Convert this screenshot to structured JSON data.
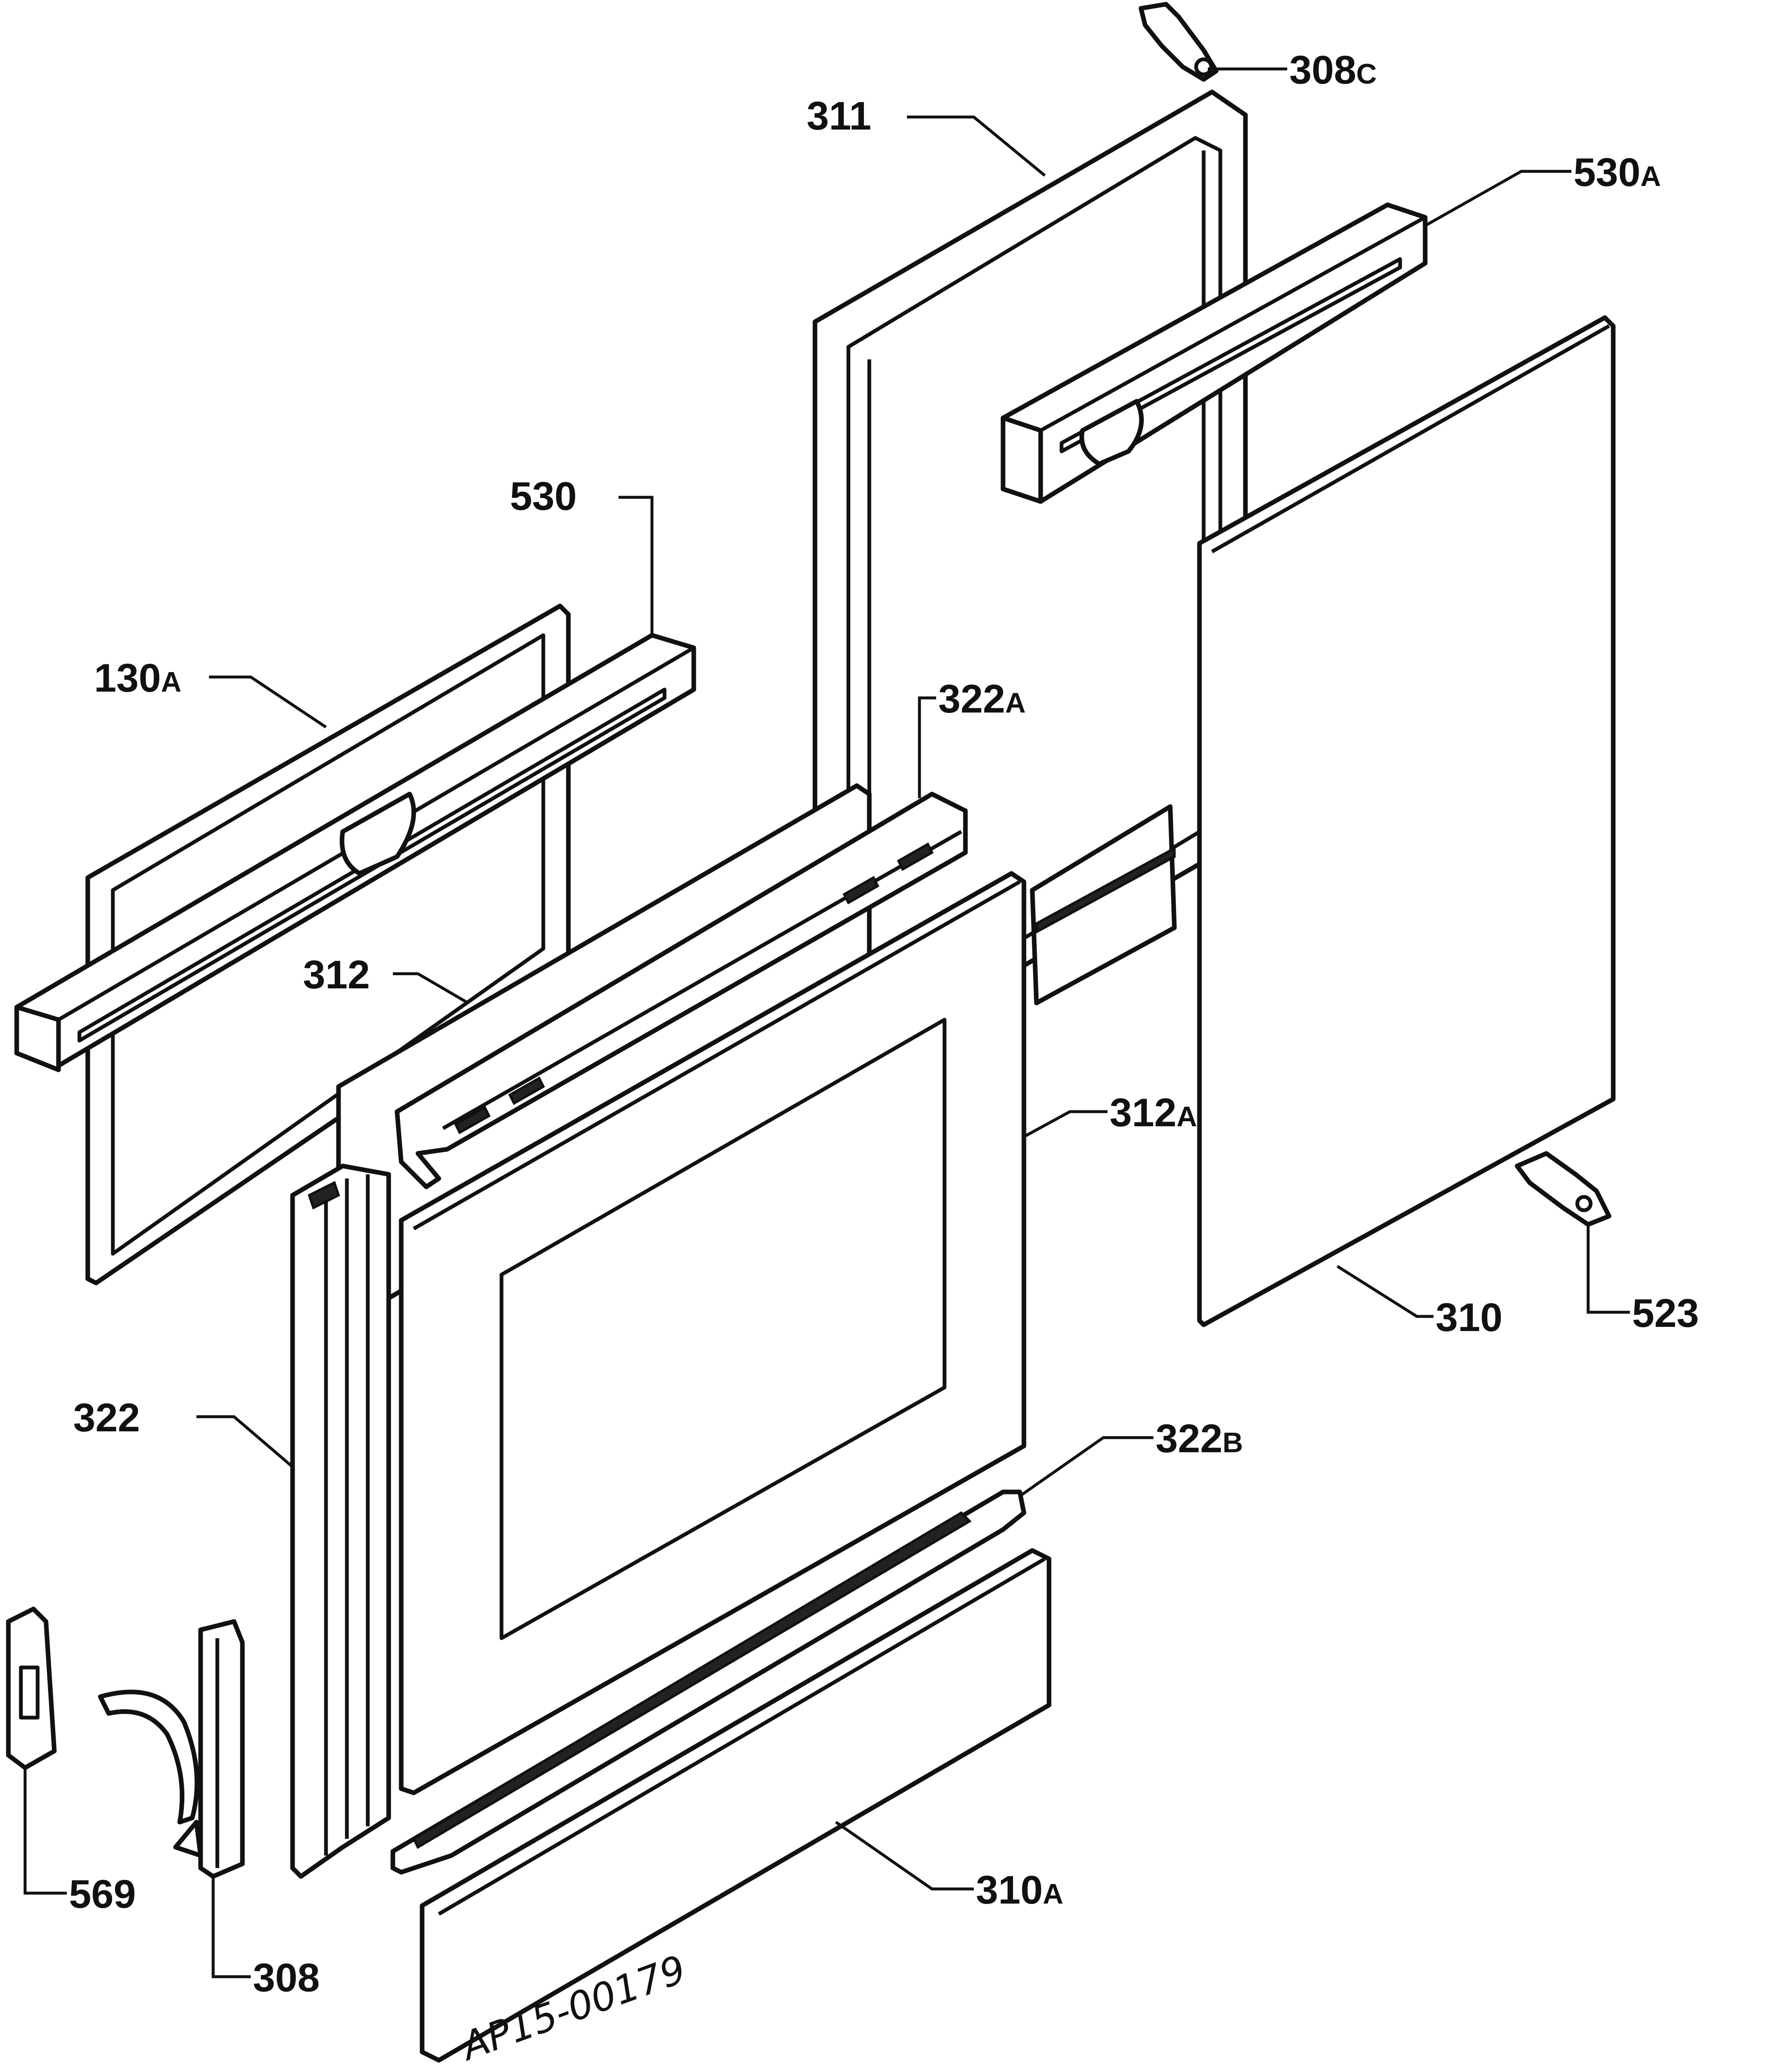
{
  "callouts": {
    "c308c": {
      "num": "308",
      "suffix": "C"
    },
    "c311": {
      "num": "311",
      "suffix": ""
    },
    "c530a": {
      "num": "530",
      "suffix": "A"
    },
    "c530": {
      "num": "530",
      "suffix": ""
    },
    "c130a": {
      "num": "130",
      "suffix": "A"
    },
    "c322a": {
      "num": "322",
      "suffix": "A"
    },
    "c312": {
      "num": "312",
      "suffix": ""
    },
    "c312a": {
      "num": "312",
      "suffix": "A"
    },
    "c310": {
      "num": "310",
      "suffix": ""
    },
    "c523": {
      "num": "523",
      "suffix": ""
    },
    "c322": {
      "num": "322",
      "suffix": ""
    },
    "c322b": {
      "num": "322",
      "suffix": "B"
    },
    "c569": {
      "num": "569",
      "suffix": ""
    },
    "c308": {
      "num": "308",
      "suffix": ""
    },
    "c310a": {
      "num": "310",
      "suffix": "A"
    }
  },
  "drawing_ref": "AP15-00179",
  "colors": {
    "line": "#111111",
    "background": "#ffffff"
  }
}
